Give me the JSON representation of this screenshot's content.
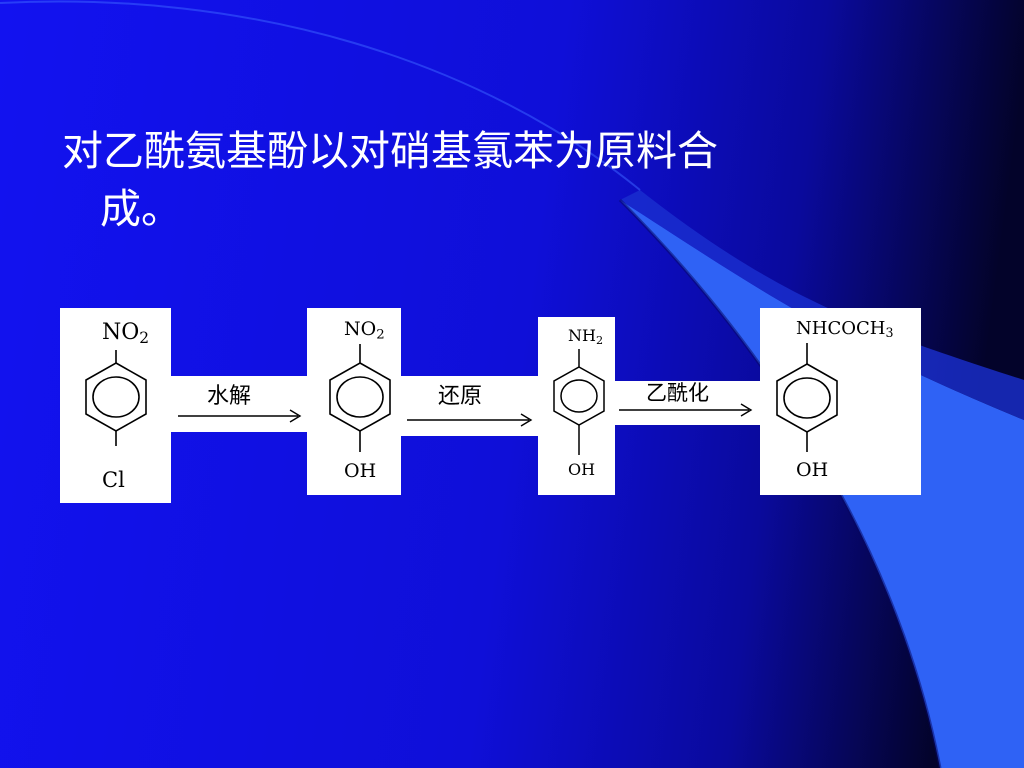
{
  "slide": {
    "title_line1": "对乙酰氨基酚以对硝基氯苯为原料合",
    "title_line2": "成。"
  },
  "scheme": {
    "molecules": [
      {
        "top": "NO",
        "top_sub": "2",
        "bottom": "Cl"
      },
      {
        "top": "NO",
        "top_sub": "2",
        "bottom": "OH"
      },
      {
        "top": "NH",
        "top_sub": "2",
        "bottom": "OH"
      },
      {
        "top": "NHCOCH",
        "top_sub": "3",
        "bottom": "OH"
      }
    ],
    "steps": [
      "水解",
      "还原",
      "乙酰化"
    ]
  },
  "colors": {
    "background": "#1010ee",
    "accent_curve": "#2f62f5",
    "dark_corner": "#04043a",
    "box": "#ffffff"
  }
}
